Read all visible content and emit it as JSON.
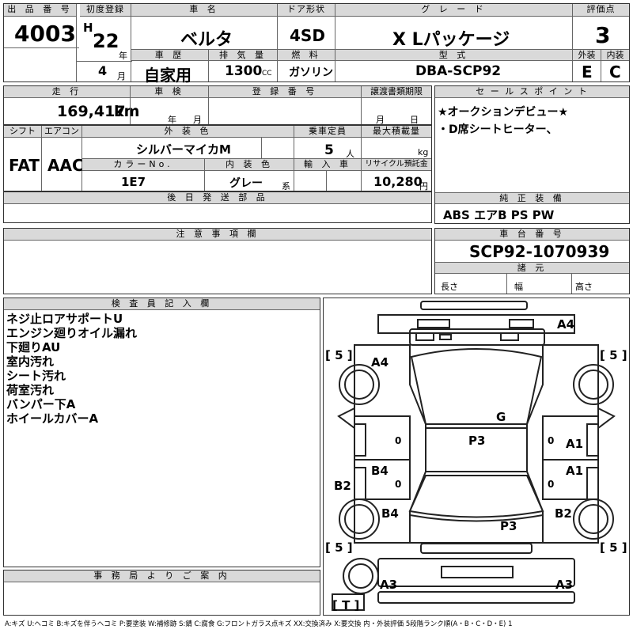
{
  "top": {
    "h_lot": "出 品 番 号",
    "lot": "4003",
    "h_first_reg": "初度登録",
    "era": "H",
    "year": "22",
    "year_u": "年",
    "month": "4",
    "month_u": "月",
    "h_name": "車  名",
    "name": "ベルタ",
    "h_door": "ドア形状",
    "door": "4SD",
    "h_grade": "グ レ ー ド",
    "grade": "X Lパッケージ",
    "h_score": "評価点",
    "score": "3",
    "h_history": "車  歴",
    "history": "自家用",
    "h_disp": "排 気 量",
    "disp": "1300",
    "disp_u": "CC",
    "h_fuel": "燃  料",
    "fuel": "ガソリン",
    "h_model": "型  式",
    "model": "DBA-SCP92",
    "h_ext": "外装",
    "ext": "E",
    "h_int": "内装",
    "int": "C"
  },
  "row2": {
    "h_mileage": "走 行",
    "mileage": "169,417",
    "mileage_u": "km",
    "h_inspection": "車 検",
    "insp_y": "年",
    "insp_m": "月",
    "h_plate": "登 録 番 号",
    "h_transfer": "譲渡書類期限",
    "tr_m": "月",
    "tr_d": "日",
    "h_sales": "セ ー ル ス ポ イ ン ト",
    "sales": [
      "★オークションデビュー★",
      "・D席シートヒーター、"
    ]
  },
  "row3": {
    "h_shift": "シフト",
    "shift": "FAT",
    "h_ac": "エアコン",
    "ac": "AAC",
    "h_ext_color": "外 装 色",
    "ext_color": "シルバーマイカM",
    "h_capacity": "乗車定員",
    "capacity": "5",
    "capacity_u": "人",
    "h_load": "最大積載量",
    "load_u": "kg",
    "h_color_no": "カラーNo.",
    "color_no": "1E7",
    "h_int_color": "内 装 色",
    "int_color": "グレー",
    "int_color_u": "系",
    "h_import": "輸 入 車",
    "h_recycle": "リサイクル預託金",
    "recycle": "10,280",
    "recycle_u": "円"
  },
  "later": {
    "h": "後 日 発 送 部 品"
  },
  "equip": {
    "h": "純 正 装 備",
    "items": "ABS エアB PS PW"
  },
  "caution": {
    "h": "注 意 事 項 欄"
  },
  "chassis": {
    "h": "車 台 番 号",
    "no": "SCP92-1070939",
    "h_spec": "諸 元",
    "len": "長さ",
    "wid": "幅",
    "hgt": "高さ"
  },
  "inspector": {
    "h": "検 査 員 記 入 欄",
    "lines": [
      "ネジ止ロアサポートU",
      "エンジン廻りオイル漏れ",
      "下廻りAU",
      "室内汚れ",
      "シート汚れ",
      "荷室汚れ",
      "バンパー下A",
      "ホイールカバーA"
    ]
  },
  "office": {
    "h": "事 務 局 よ り ご 案 内"
  },
  "diagram_marks": {
    "a4_top": "A4",
    "a4_left": "A4",
    "g": "G",
    "p3_roof": "P3",
    "a1_upper": "A1",
    "a1_lower": "A1",
    "b4": "B4",
    "b2_left": "B2",
    "b4_lower": "B4",
    "b2_right": "B2",
    "p3_trunk": "P3",
    "a3_left": "A3",
    "a3_right": "A3",
    "t": "[ T ]",
    "tire_fl": "[ 5 ]",
    "tire_fr": "[ 5 ]",
    "tire_rl": "[ 5 ]",
    "tire_rr": "[ 5 ]",
    "zero1": "0",
    "zero2": "0",
    "zero3": "0",
    "zero4": "0"
  },
  "legend": "A:キズ U:ヘコミ B:キズを伴うヘコミ P:要塗装 W:補修跡 S:錆 C:腐食 G:フロントガラス点キズ XX:交換済み X:要交換 内・外装評価 5段階ランク順(A・B・C・D・E) 1"
}
